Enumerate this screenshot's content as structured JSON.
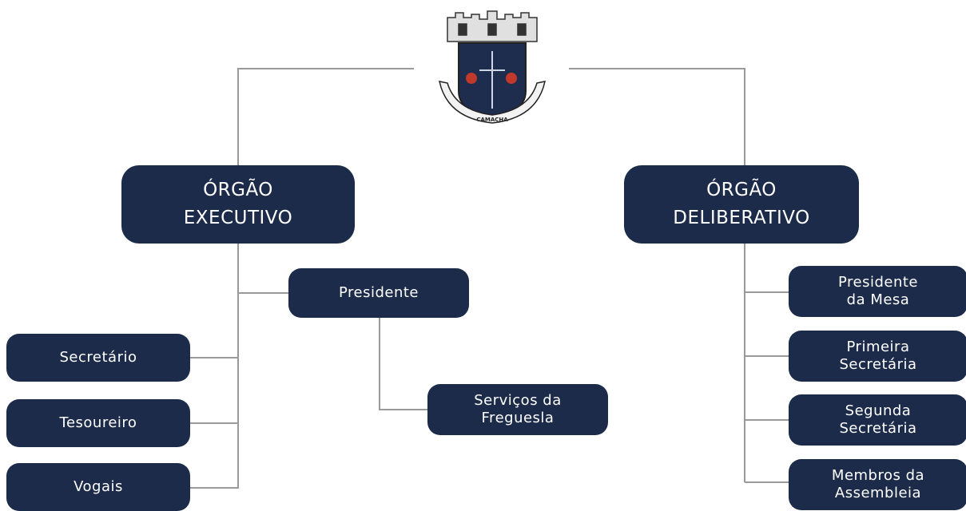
{
  "crest": {
    "motto": "CAMACHA",
    "colors": {
      "shield": "#1e2c4e",
      "tower": "#bdbdbd",
      "apple": "#c0392b",
      "ribbon": "#f2f2f2"
    }
  },
  "executive": {
    "title": "ÓRGÃO\nEXECUTIVO",
    "president": "Presidente",
    "services": "Serviços da\nFreguesla",
    "members": [
      "Secretário",
      "Tesoureiro",
      "Vogais"
    ]
  },
  "deliberative": {
    "title": "ÓRGÃO\nDELIBERATIVO",
    "members": [
      "Presidente\nda Mesa",
      "Primeira\nSecretária",
      "Segunda\nSecretária",
      "Membros da\nAssembleia"
    ]
  },
  "colors": {
    "box": "#1c2b49",
    "box_text": "#ffffff",
    "line": "#9a9a9a"
  }
}
